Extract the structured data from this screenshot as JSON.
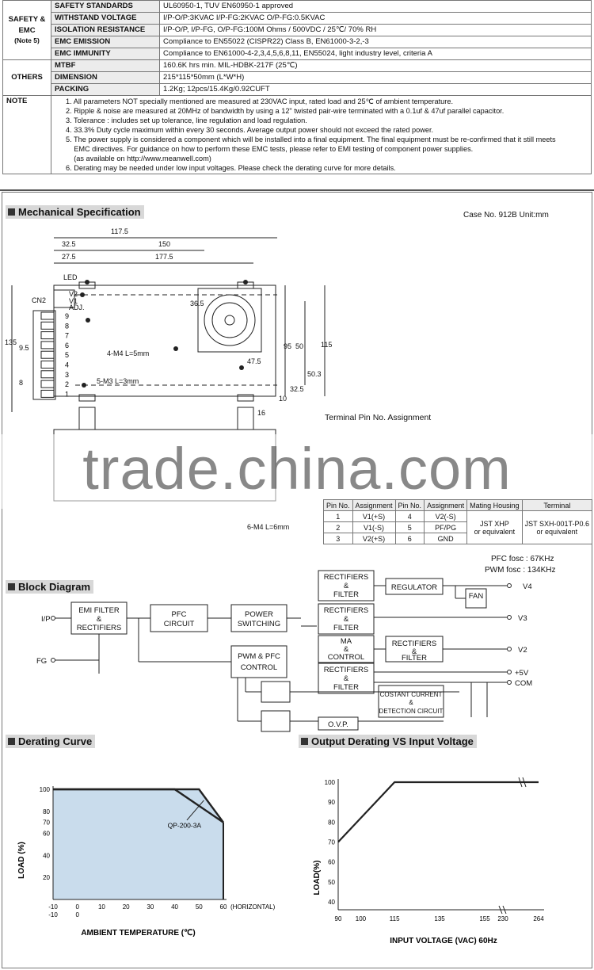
{
  "spec_rows": [
    {
      "group": "SAFETY &",
      "group2": "EMC",
      "group3": "(Note 5)",
      "label": "SAFETY STANDARDS",
      "value": "UL60950-1, TUV EN60950-1 approved"
    },
    {
      "label": "WITHSTAND VOLTAGE",
      "value": "I/P-O/P:3KVAC     I/P-FG:2KVAC     O/P-FG:0.5KVAC"
    },
    {
      "label": "ISOLATION RESISTANCE",
      "value": "I/P-O/P, I/P-FG, O/P-FG:100M Ohms / 500VDC / 25℃/ 70% RH"
    },
    {
      "label": "EMC EMISSION",
      "value": "Compliance to EN55022 (CISPR22) Class B, EN61000-3-2,-3"
    },
    {
      "label": "EMC IMMUNITY",
      "value": "Compliance to EN61000-4-2,3,4,5,6,8,11, EN55024, light industry level,  criteria A"
    },
    {
      "group": "OTHERS",
      "label": "MTBF",
      "value": "160.6K hrs min.     MIL-HDBK-217F (25℃)"
    },
    {
      "label": "DIMENSION",
      "value": "215*115*50mm (L*W*H)"
    },
    {
      "label": "PACKING",
      "value": "1.2Kg; 12pcs/15.4Kg/0.92CUFT"
    }
  ],
  "note": {
    "label": "NOTE",
    "items": [
      "1. All parameters NOT specially mentioned are measured at 230VAC input, rated load and 25℃ of ambient temperature.",
      "2. Ripple & noise are measured at 20MHz of bandwidth by using a 12\" twisted pair-wire terminated with a 0.1uf & 47uf parallel capacitor.",
      "3. Tolerance : includes set up tolerance, line regulation and load regulation.",
      "4. 33.3% Duty cycle maximum within every 30 seconds. Average output power should not exceed the rated power.",
      "5. The power supply is considered a component which will be installed into a final equipment. The final equipment must be re-confirmed that it still meets",
      "    EMC directives. For guidance on how to perform these EMC tests, please refer to EMI testing of component power supplies.",
      "    (as available on http://www.meanwell.com)",
      "6. Derating may be needed under low input voltages. Please check the derating curve for more details."
    ]
  },
  "mech": {
    "title": "Mechanical Specification",
    "case": "Case No. 912B   Unit:mm",
    "dims": [
      "117.5",
      "32.5",
      "150",
      "27.5",
      "177.5",
      "LED",
      "CN2",
      "V2",
      "V1",
      "ADJ.",
      "36.5",
      "95",
      "50",
      "115",
      "4-M4 L=5mm",
      "47.5",
      "50.3",
      "5-M3 L=3mm",
      "32.5",
      "10",
      "16",
      "135",
      "9.5",
      "8",
      "6-M4 L=6mm"
    ],
    "terminal_numbers": [
      "9",
      "8",
      "7",
      "6",
      "5",
      "4",
      "3",
      "2",
      "1"
    ]
  },
  "terminal": {
    "title": "Terminal Pin No.  Assignment",
    "headers": [
      "Pin No.",
      "Assignment",
      "Pin No.",
      "Assignment",
      "Mating Housing",
      "Terminal"
    ],
    "rows": [
      [
        "1",
        "V1(+S)",
        "4",
        "V2(-S)"
      ],
      [
        "2",
        "V1(-S)",
        "5",
        "PF/PG"
      ],
      [
        "3",
        "V2(+S)",
        "6",
        "GND"
      ]
    ],
    "housing": [
      "JST XHP",
      "or equivalent"
    ],
    "term": [
      "JST SXH-001T-P0.6",
      "or equivalent"
    ]
  },
  "watermark": "trade.china.com",
  "block": {
    "title": "Block Diagram",
    "pfc": "PFC fosc : 67KHz",
    "pwm": "PWM fosc : 134KHz",
    "ip": "I/P",
    "fg": "FG",
    "emi": [
      "EMI FILTER",
      "&",
      "RECTIFIERS"
    ],
    "pfcc": [
      "PFC",
      "CIRCUIT"
    ],
    "psw": [
      "POWER",
      "SWITCHING"
    ],
    "pwmc": [
      "PWM & PFC",
      "CONTROL"
    ],
    "rf": [
      "RECTIFIERS",
      "&",
      "FILTER"
    ],
    "reg": "REGULATOR",
    "fan": "FAN",
    "ma": [
      "MA",
      "&",
      "CONTROL"
    ],
    "ccd": [
      "COSTANT CURRENT",
      "&",
      "DETECTION CIRCUIT"
    ],
    "ovp": "O.V.P.",
    "outs": [
      "V4",
      "V3",
      "V2",
      "+5V",
      "COM"
    ]
  },
  "chart_data": [
    {
      "type": "area",
      "title": "Derating Curve",
      "xlabel": "AMBIENT TEMPERATURE (℃)",
      "ylabel": "LOAD (%)",
      "x_ticks": [
        "-10",
        "0",
        "10",
        "20",
        "30",
        "40",
        "50",
        "60"
      ],
      "x_tick_extra": "(HORIZONTAL)",
      "x_ticks_row2": [
        "-10",
        "0"
      ],
      "y_ticks": [
        "100",
        "80",
        "70",
        "60",
        "40",
        "20"
      ],
      "xlim": [
        -10,
        60
      ],
      "ylim": [
        0,
        100
      ],
      "series": [
        {
          "x": [
            -10,
            40,
            60
          ],
          "y": [
            100,
            100,
            70
          ]
        },
        {
          "x": [
            -10,
            50,
            60
          ],
          "y": [
            100,
            100,
            70
          ]
        }
      ],
      "annotation": "QP-200-3A",
      "fill_color": "#c9dcec"
    },
    {
      "type": "line",
      "title": "Output Derating VS Input Voltage",
      "xlabel": "INPUT VOLTAGE (VAC) 60Hz",
      "ylabel": "LOAD(%)",
      "x_ticks": [
        "90",
        "100",
        "115",
        "135",
        "155",
        "230",
        "264"
      ],
      "y_ticks": [
        "100",
        "90",
        "80",
        "70",
        "60",
        "50",
        "40"
      ],
      "ylim": [
        40,
        100
      ],
      "series": [
        {
          "x": [
            90,
            115,
            264
          ],
          "y": [
            70,
            100,
            100
          ]
        }
      ]
    }
  ]
}
